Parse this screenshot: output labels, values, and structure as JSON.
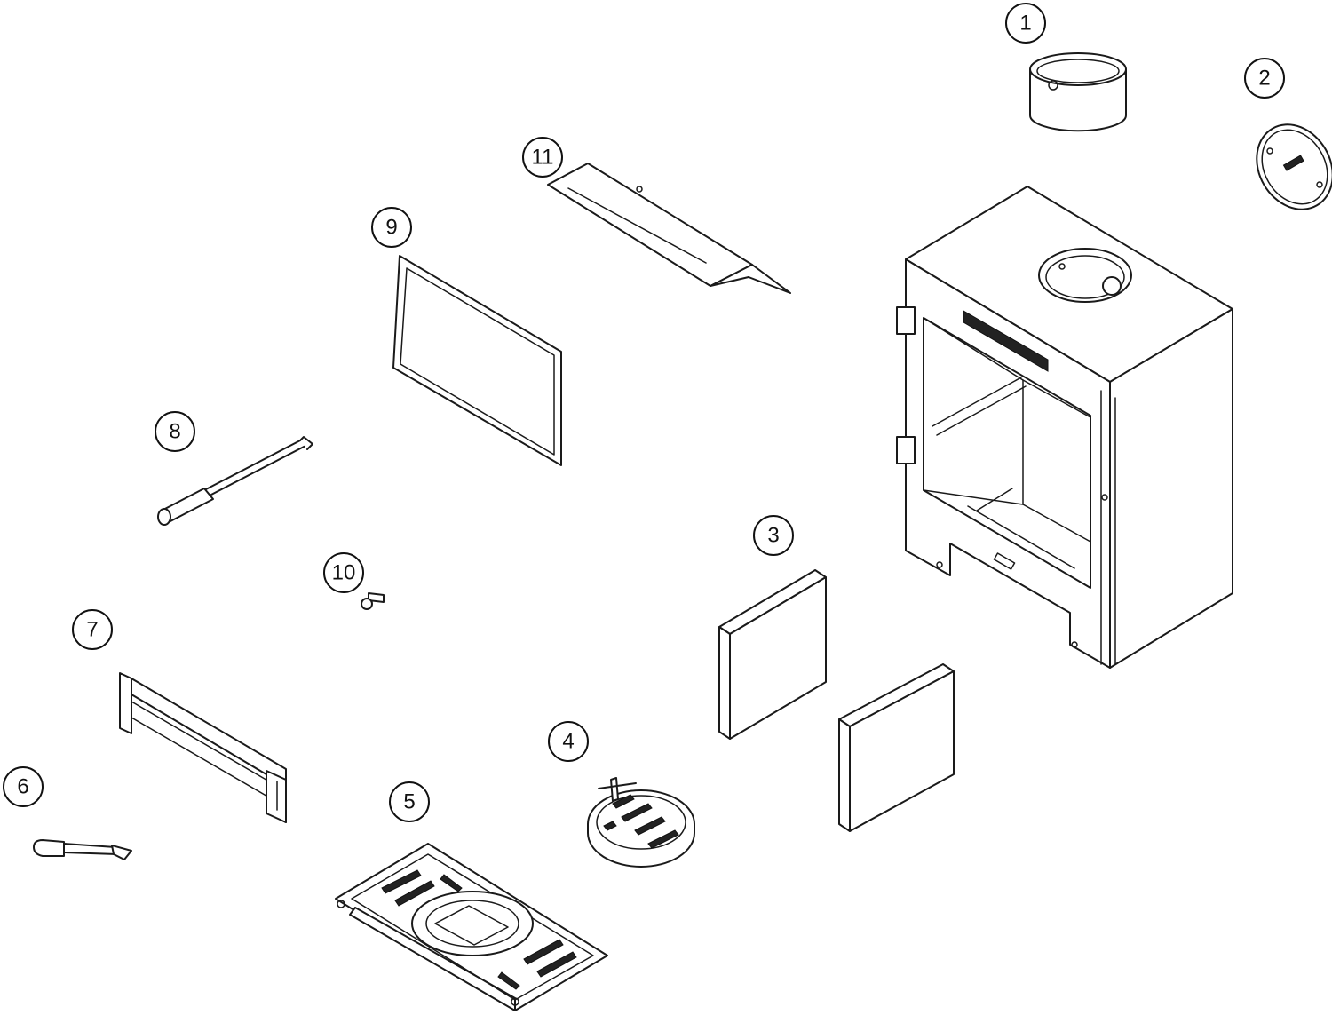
{
  "diagram": {
    "type": "exploded-parts-view",
    "callouts": [
      {
        "id": "1",
        "label": "1"
      },
      {
        "id": "2",
        "label": "2"
      },
      {
        "id": "3",
        "label": "3"
      },
      {
        "id": "4",
        "label": "4"
      },
      {
        "id": "5",
        "label": "5"
      },
      {
        "id": "6",
        "label": "6"
      },
      {
        "id": "7",
        "label": "7"
      },
      {
        "id": "8",
        "label": "8"
      },
      {
        "id": "9",
        "label": "9"
      },
      {
        "id": "10",
        "label": "10"
      },
      {
        "id": "11",
        "label": "11"
      }
    ],
    "colors": {
      "line": "#1a1a1a",
      "background": "#ffffff"
    }
  }
}
